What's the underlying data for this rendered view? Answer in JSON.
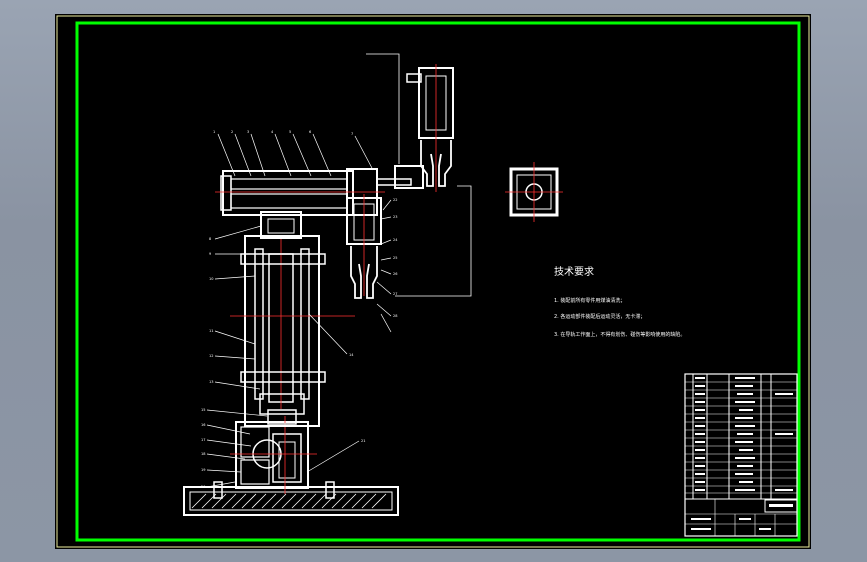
{
  "drawing": {
    "notes": {
      "heading": "技术要求",
      "lines": [
        "1. 装配前所有零件用煤油清洗；",
        "2. 各运动部件装配后运动灵活，无卡滞；",
        "3. 在导轨工作面上，不得有划伤、碰伤等影响使用的缺陷。"
      ]
    },
    "balloons": [
      "1",
      "2",
      "3",
      "4",
      "5",
      "6",
      "7",
      "8",
      "9",
      "10",
      "11",
      "12",
      "13",
      "14",
      "15",
      "16",
      "17",
      "18",
      "19",
      "20",
      "21",
      "22",
      "23",
      "24",
      "25",
      "26",
      "27",
      "28"
    ],
    "colors": {
      "sheet": "#000000",
      "border": "#00ff00",
      "inner_frame": "#ffff66",
      "lines": "#ffffff",
      "center": "#ff3030"
    }
  }
}
